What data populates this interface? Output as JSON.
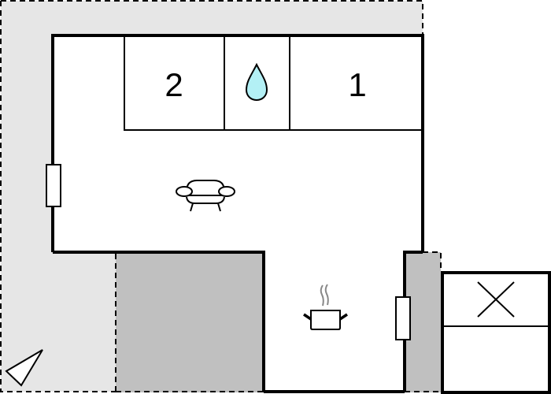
{
  "diagram": {
    "type": "floor-plan",
    "colors": {
      "outdoor_area": "#e6e6e6",
      "terrace": "#c0c0c0",
      "wall": "#000000",
      "water_drop": "#b3f0f5",
      "room_fill": "#ffffff"
    },
    "rooms": [
      {
        "id": "bedroom-2",
        "label": "2"
      },
      {
        "id": "bathroom",
        "label": "",
        "icon": "water-drop-icon"
      },
      {
        "id": "bedroom-1",
        "label": "1"
      },
      {
        "id": "living-room",
        "label": "",
        "icon": "sofa-icon"
      },
      {
        "id": "kitchen",
        "label": "",
        "icon": "cooking-pot-icon"
      },
      {
        "id": "storage",
        "label": "",
        "icon": "cross-icon"
      }
    ],
    "markers": [
      {
        "id": "viewpoint",
        "icon": "compass-pointer-icon"
      }
    ]
  }
}
